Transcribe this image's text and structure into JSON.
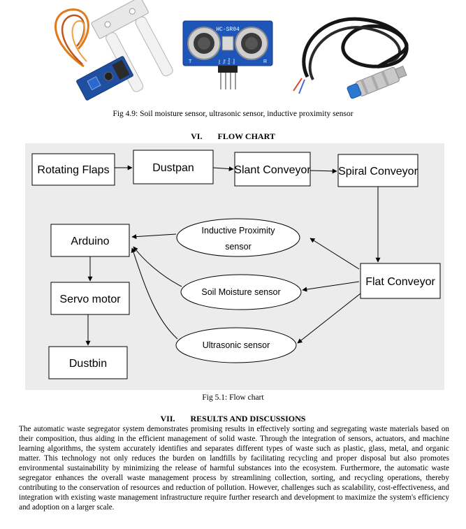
{
  "figure_4_9": {
    "caption": "Fig 4.9: Soil moisture sensor, ultrasonic sensor, inductive proximity sensor",
    "ultrasonic_module_label": "HC-SR04",
    "ultrasonic_pins": [
      "Vcc",
      "Trig",
      "Echo",
      "Gnd"
    ],
    "ultrasonic_side_left": "T",
    "ultrasonic_side_right": "R"
  },
  "section_vi": {
    "number": "VI.",
    "title": "FLOW CHART"
  },
  "flowchart": {
    "nodes": {
      "rotating_flaps": "Rotating Flaps",
      "dustpan": "Dustpan",
      "slant_conveyor": "Slant Conveyor",
      "spiral_conveyor": "Spiral Conveyor",
      "flat_conveyor": "Flat Conveyor",
      "inductive_line1": "Inductive Proximity",
      "inductive_line2": "sensor",
      "soil_moisture": "Soil Moisture sensor",
      "ultrasonic": "Ultrasonic sensor",
      "arduino": "Arduino",
      "servo_motor": "Servo motor",
      "dustbin": "Dustbin"
    },
    "caption": "Fig 5.1: Flow chart"
  },
  "section_vii": {
    "number": "VII.",
    "title": "RESULTS AND DISCUSSIONS",
    "body": "The automatic waste segregator system demonstrates promising results in effectively sorting and segregating waste materials based on their composition, thus aiding in the efficient management of solid waste. Through the integration of sensors, actuators, and machine learning algorithms, the system accurately identifies and separates different types of waste such as plastic, glass, metal, and organic matter. This technology not only reduces the burden on landfills by facilitating recycling and proper disposal but also promotes environmental sustainability by minimizing the release of harmful substances into the ecosystem. Furthermore, the automatic waste segregator enhances the overall waste management process by streamlining collection, sorting, and recycling operations, thereby contributing to the conservation of resources and reduction of pollution. However, challenges such as scalability, cost-effectiveness, and integration with existing waste management infrastructure require further research and development to maximize the system's efficiency and adoption on a larger scale."
  }
}
